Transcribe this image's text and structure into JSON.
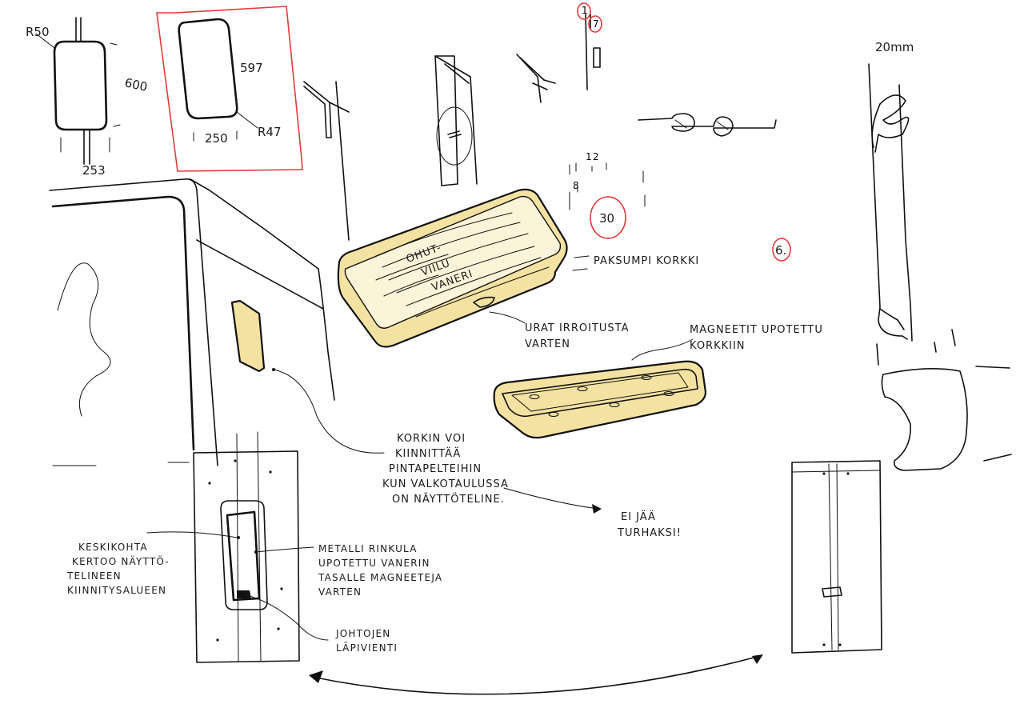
{
  "colors": {
    "ink": "#111111",
    "wood": "#f3e2a2",
    "annotation_red": "#e23a3a"
  },
  "dimensions": {
    "outer_radius": "R50",
    "outer_height": "600",
    "outer_width": "253",
    "inner_height": "597",
    "inner_width": "250",
    "inner_radius": "R47",
    "profile_width": "20mm",
    "depth_small": "1",
    "depth_second": "7",
    "detail_12": "12",
    "detail_8": "8",
    "detail_30": "30",
    "page_number": "6."
  },
  "labels": {
    "thin_veneer_lines": [
      "OHUT-",
      "VIILU",
      "VANERI"
    ],
    "thicker_cap": "PAKSUMPI KORKKI",
    "grooves_lines": [
      "URAT IRROITUSTA",
      "VARTEN"
    ],
    "magnets_lines": [
      "MAGNEETIT UPOTETTU",
      "KORKKIIN"
    ],
    "cap_attach_lines": [
      "KORKIN VOI",
      "KIINNITTÄÄ",
      "PINTAPELTEIHIN",
      "KUN VALKOTAULUSSA",
      "ON NÄYTTÖTELINE."
    ],
    "not_useless_lines": [
      "EI JÄÄ",
      "TURHAKSI!"
    ],
    "center_point_lines": [
      "KESKIKOHTA",
      "KERTOO NÄYTTÖ-",
      "TELINEEN",
      "KIINNITYSALUEEN"
    ],
    "metal_ring_lines": [
      "METALLI RINKULA",
      "UPOTETTU VANERIN",
      "TASALLE MAGNEETEJA",
      "VARTEN"
    ],
    "cable_pass_lines": [
      "JOHTOJEN",
      "LÄPIVIENTI"
    ]
  }
}
